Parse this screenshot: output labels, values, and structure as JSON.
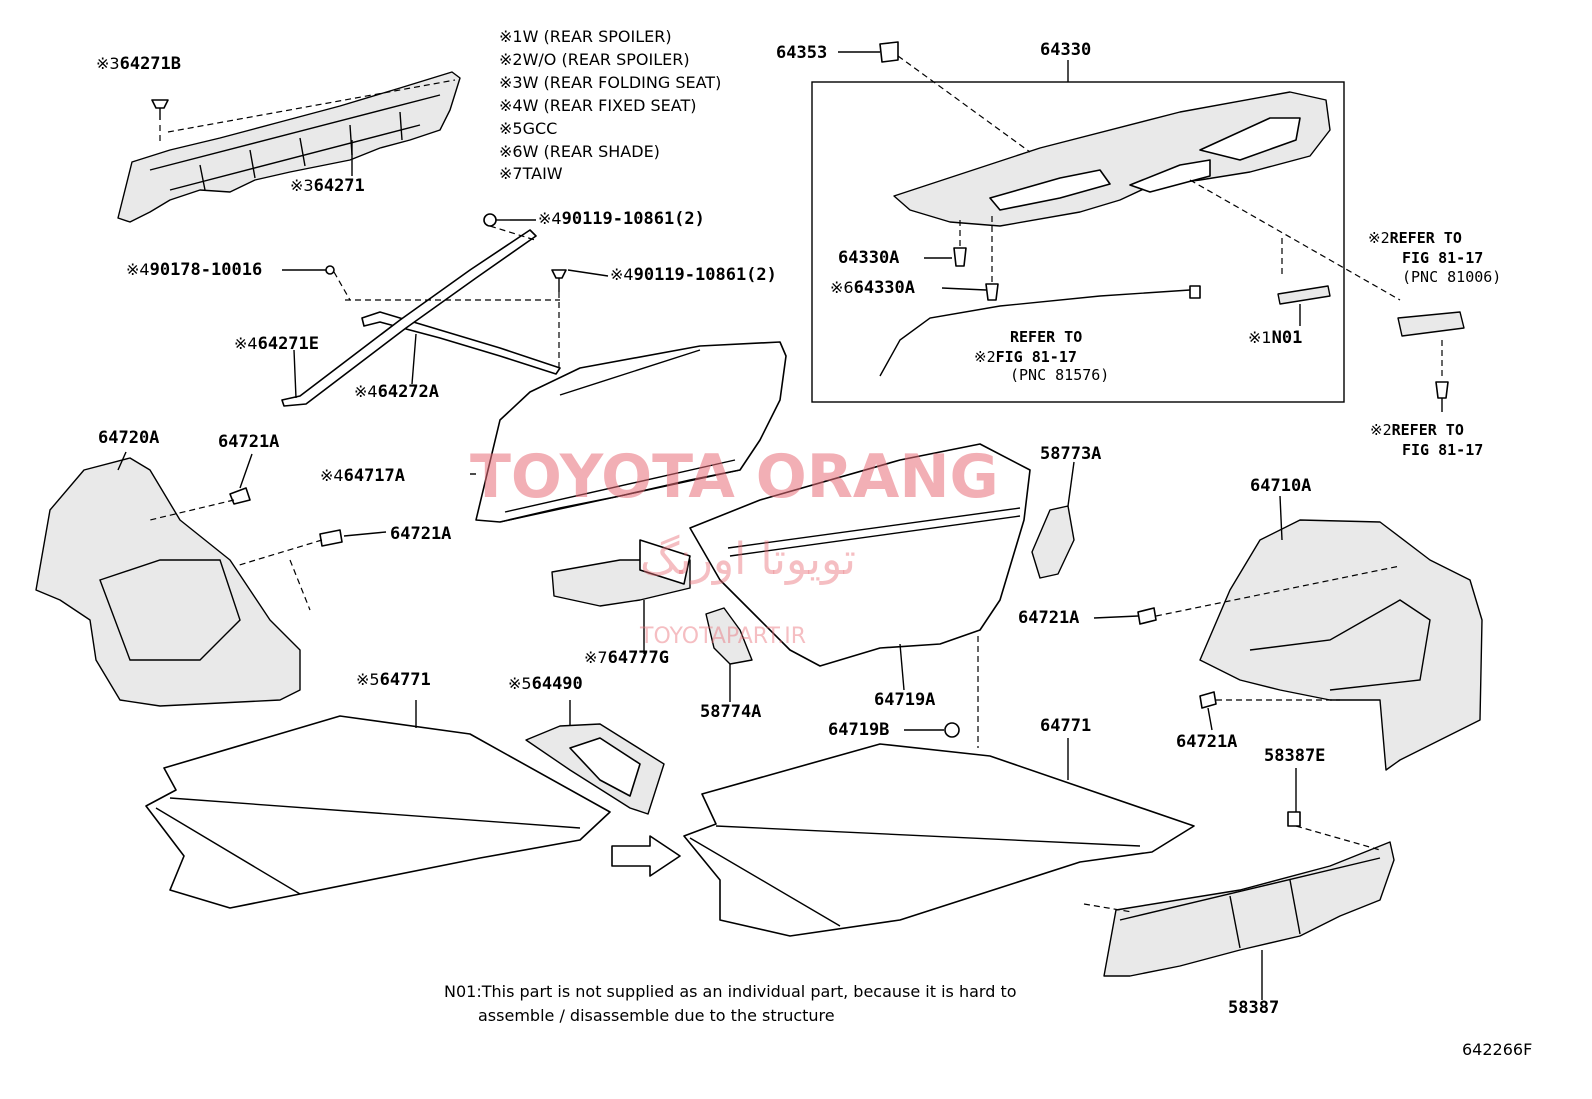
{
  "notes": [
    {
      "mark": "※1",
      "text": "W (REAR SPOILER)"
    },
    {
      "mark": "※2",
      "text": "W/O (REAR SPOILER)"
    },
    {
      "mark": "※3",
      "text": "W (REAR FOLDING SEAT)"
    },
    {
      "mark": "※4",
      "text": "W (REAR FIXED SEAT)"
    },
    {
      "mark": "※5",
      "text": "GCC"
    },
    {
      "mark": "※6",
      "text": "W (REAR SHADE)"
    },
    {
      "mark": "※7",
      "text": "TAIW"
    }
  ],
  "labels": {
    "p64271b": {
      "prefix": "※3",
      "part": "64271B"
    },
    "p64271": {
      "prefix": "※3",
      "part": "64271"
    },
    "p90119a": {
      "prefix": "※4",
      "part": "90119-10861(2)"
    },
    "p90178": {
      "prefix": "※4",
      "part": "90178-10016"
    },
    "p90119b": {
      "prefix": "※4",
      "part": "90119-10861(2)"
    },
    "p64271e": {
      "prefix": "※4",
      "part": "64271E"
    },
    "p64272a": {
      "prefix": "※4",
      "part": "64272A"
    },
    "p64720a": {
      "prefix": "",
      "part": "64720A"
    },
    "p64721a_1": {
      "prefix": "",
      "part": "64721A"
    },
    "p64721a_2": {
      "prefix": "",
      "part": "64721A"
    },
    "p64717a": {
      "prefix": "※4",
      "part": "64717A"
    },
    "p64353": {
      "prefix": "",
      "part": "64353"
    },
    "p64330": {
      "prefix": "",
      "part": "64330"
    },
    "p64330a_1": {
      "prefix": "",
      "part": "64330A"
    },
    "p64330a_2": {
      "prefix": "※6",
      "part": "64330A"
    },
    "pn01": {
      "prefix": "※1",
      "part": "N01"
    },
    "p58773a": {
      "prefix": "",
      "part": "58773A"
    },
    "p64710a": {
      "prefix": "",
      "part": "64710A"
    },
    "p64721a_3": {
      "prefix": "",
      "part": "64721A"
    },
    "p64721a_4": {
      "prefix": "",
      "part": "64721A"
    },
    "p58387e": {
      "prefix": "",
      "part": "58387E"
    },
    "p58387": {
      "prefix": "",
      "part": "58387"
    },
    "p64771_1": {
      "prefix": "※5",
      "part": "64771"
    },
    "p64490": {
      "prefix": "※5",
      "part": "64490"
    },
    "p64777g": {
      "prefix": "※7",
      "part": "64777G"
    },
    "p58774a": {
      "prefix": "",
      "part": "58774A"
    },
    "p64719a": {
      "prefix": "",
      "part": "64719A"
    },
    "p64719b": {
      "prefix": "",
      "part": "64719B"
    },
    "p64771_2": {
      "prefix": "",
      "part": "64771"
    }
  },
  "refs": {
    "inner": {
      "line1": "REFER TO",
      "prefix": "※2",
      "line2": "FIG 81-17",
      "line3": "(PNC 81576)"
    },
    "right_top": {
      "prefix": "※2",
      "line1": "REFER TO",
      "line2": "FIG 81-17",
      "line3": "(PNC 81006)"
    },
    "right_bottom": {
      "prefix": "※2",
      "line1": "REFER TO",
      "line2": "FIG 81-17"
    }
  },
  "watermark": {
    "main": "TOYOTA ORANG",
    "persian": "تویوتا اورنگ",
    "site": "TOYOTAPART.IR"
  },
  "footnote": {
    "line1": "N01:This part is not supplied as an individual part, because it is hard to",
    "line2": "assemble / disassemble due to the structure"
  },
  "figure_code": "642266F"
}
